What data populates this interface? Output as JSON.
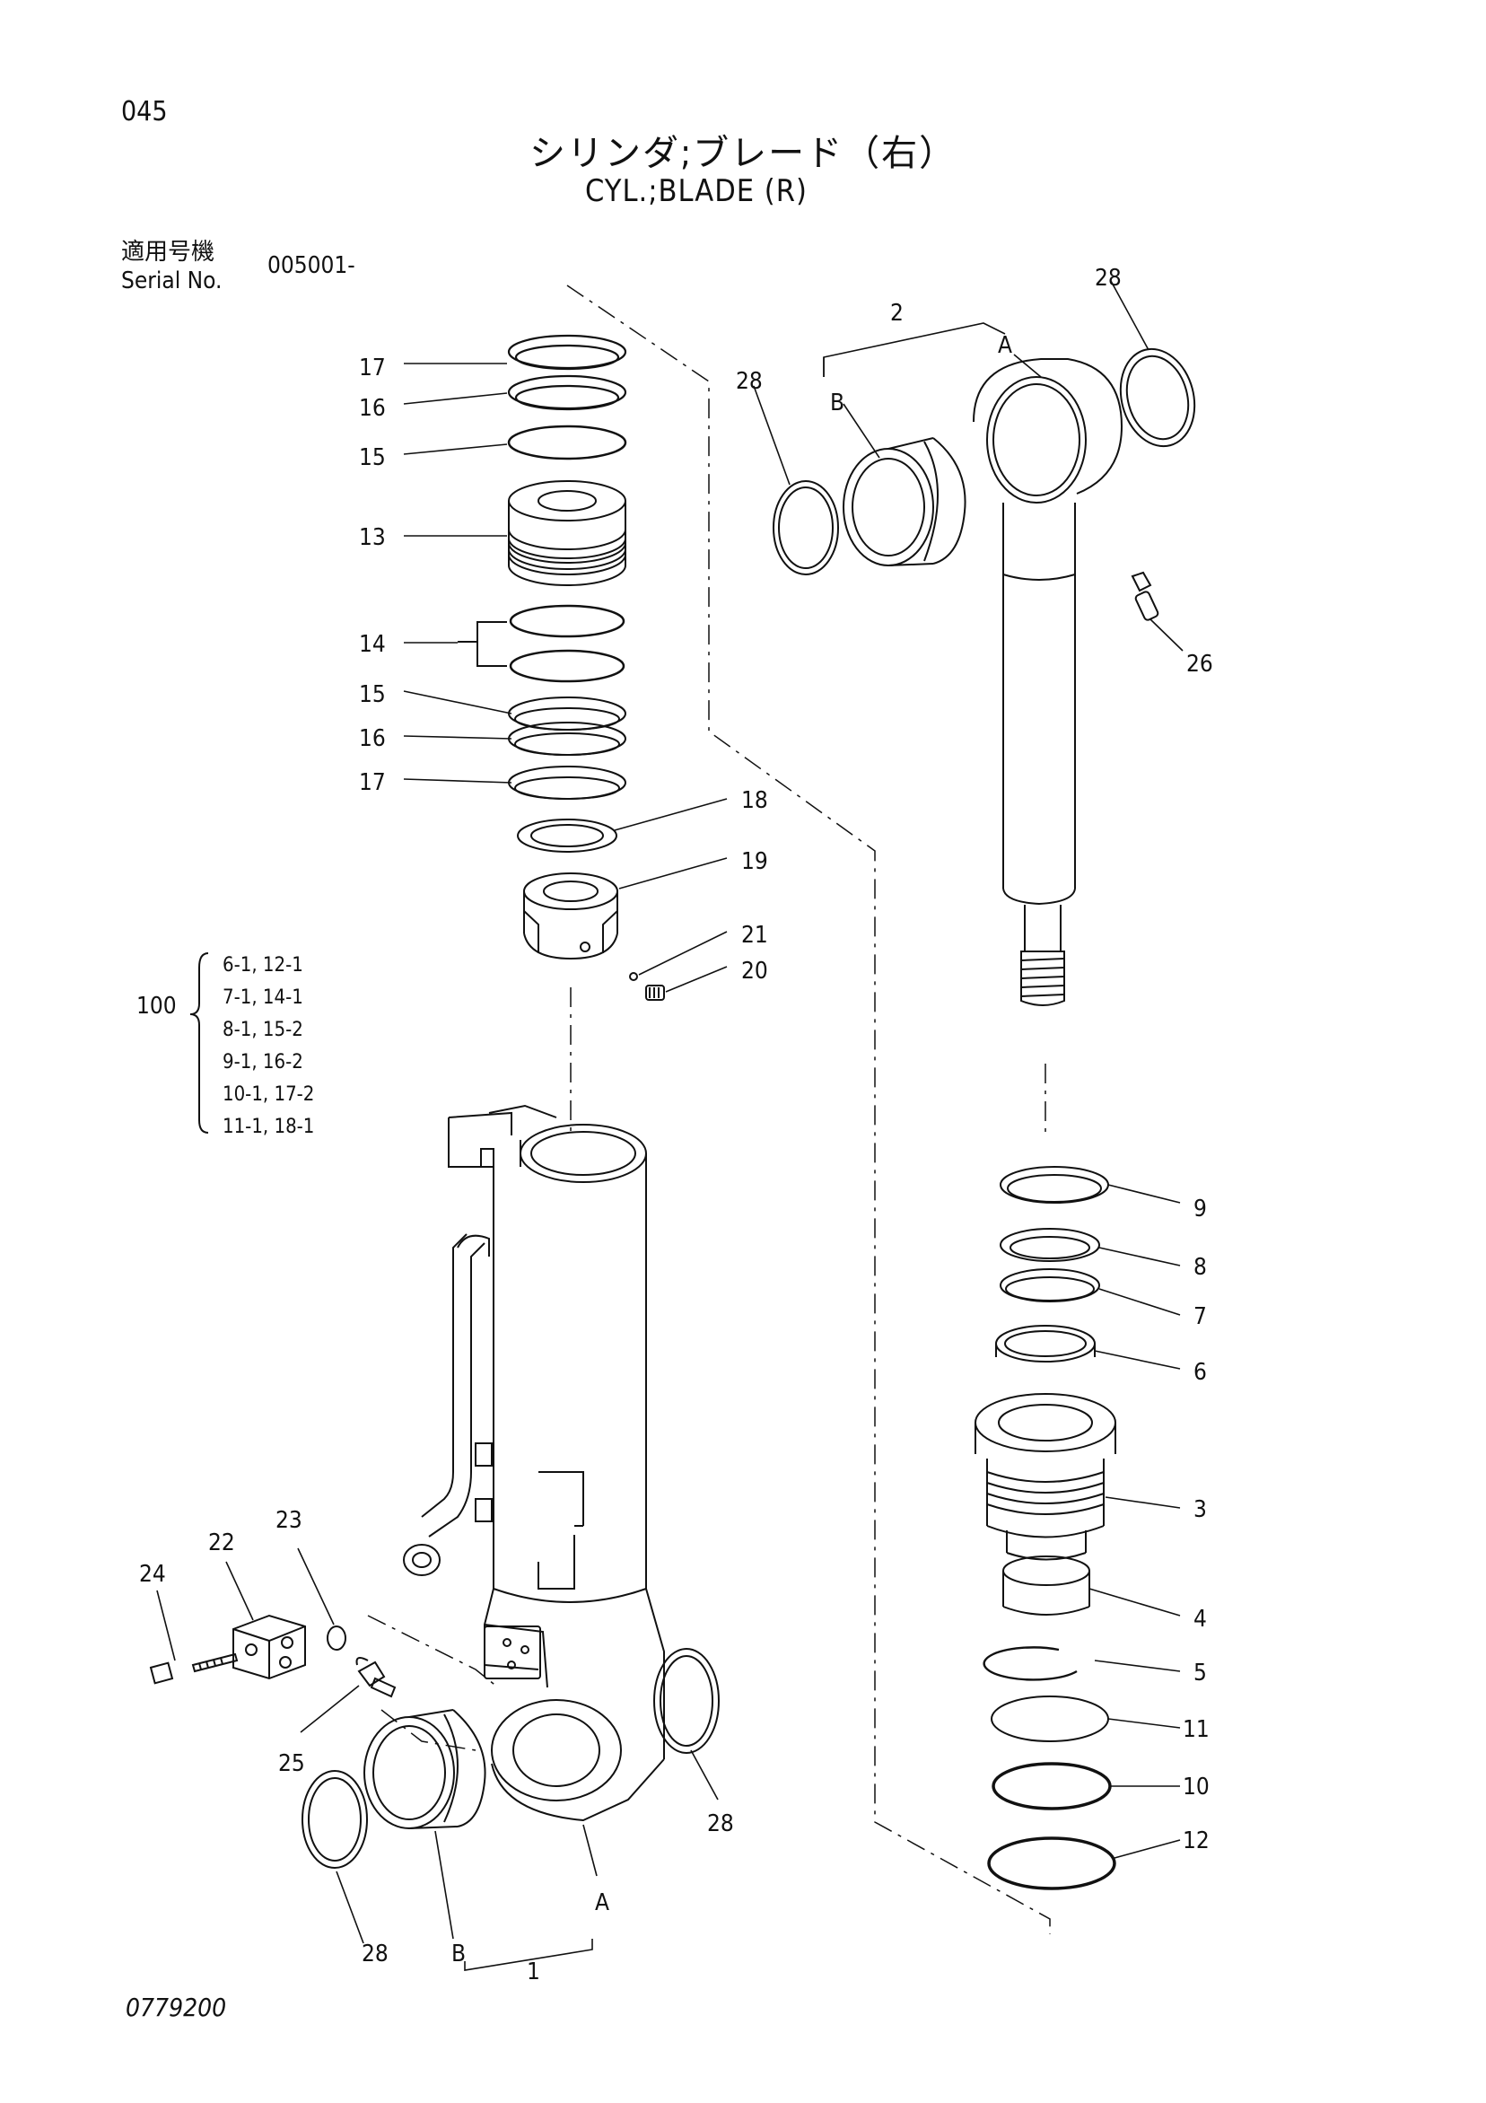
{
  "page_number": "045",
  "title_jp": "シリンダ;ブレード（右）",
  "title_en": "CYL.;BLADE (R)",
  "serial": {
    "label_jp": "適用号機",
    "label_en": "Serial No.",
    "value": "005001-"
  },
  "group_kit": {
    "number": "100",
    "rows": [
      "6-1, 12-1",
      "7-1, 14-1",
      "8-1, 15-2",
      "9-1, 16-2",
      "10-1, 17-2",
      "11-1, 18-1"
    ]
  },
  "callouts": {
    "c1": "1",
    "c2": "2",
    "c3": "3",
    "c4": "4",
    "c5": "5",
    "c6": "6",
    "c7": "7",
    "c8": "8",
    "c9": "9",
    "c10": "10",
    "c11": "11",
    "c12": "12",
    "c13": "13",
    "c14": "14",
    "c15a": "15",
    "c15b": "15",
    "c16a": "16",
    "c16b": "16",
    "c17a": "17",
    "c17b": "17",
    "c18": "18",
    "c19": "19",
    "c20": "20",
    "c21": "21",
    "c22": "22",
    "c23": "23",
    "c24": "24",
    "c25": "25",
    "c26": "26",
    "c28a": "28",
    "c28b": "28",
    "c28c": "28",
    "c28d": "28",
    "a1": "A",
    "a2": "A",
    "b1": "B",
    "b2": "B"
  },
  "drawing_number": "0779200"
}
